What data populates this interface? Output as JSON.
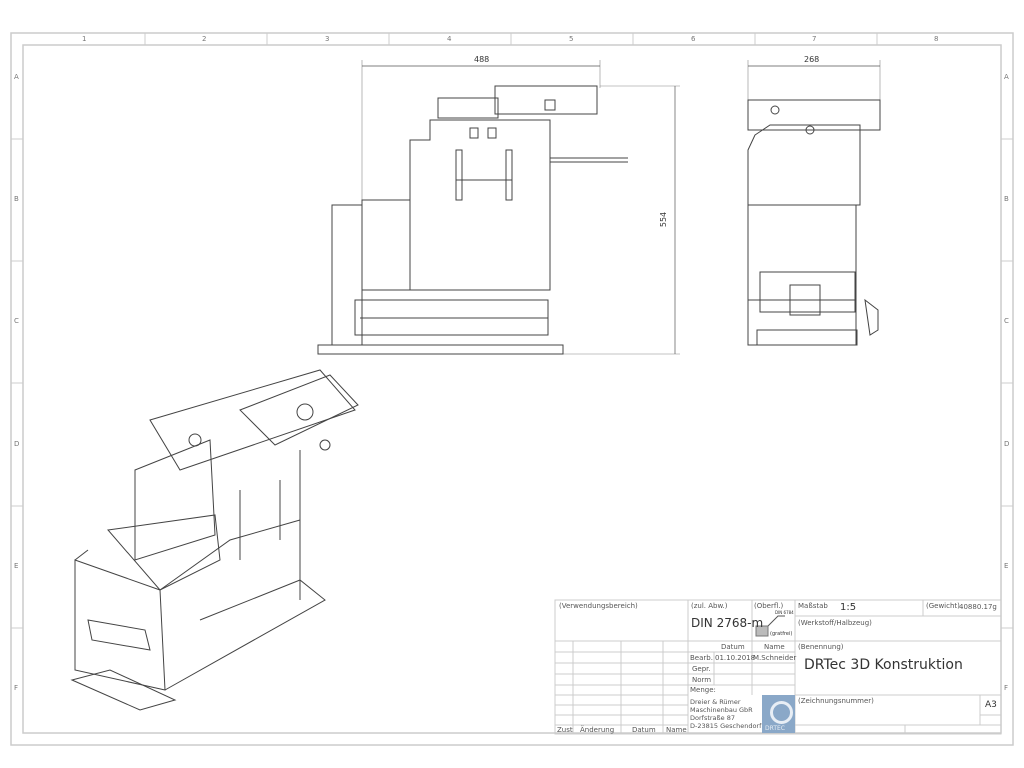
{
  "frame": {
    "columns": [
      "1",
      "2",
      "3",
      "4",
      "5",
      "6",
      "7",
      "8"
    ],
    "rows": [
      "A",
      "B",
      "C",
      "D",
      "E",
      "F"
    ]
  },
  "dimensions": {
    "front_width": "488",
    "side_width": "268",
    "height": "554"
  },
  "title_block": {
    "verwendungsbereich": "(Verwendungsbereich)",
    "zul_abw": "(zul. Abw.)",
    "tolerance": "DIN 2768-m",
    "oberfl": "(Oberfl.)",
    "oberfl_std": "DIN 6784",
    "oberfl_note": "(gratfrei)",
    "massstab_label": "Maßstab",
    "massstab": "1:5",
    "gewicht_label": "(Gewicht)",
    "gewicht": "40880.17g",
    "werkstoff": "(Werkstoff/Halbzeug)",
    "datum_hdr": "Datum",
    "name_hdr": "Name",
    "bearb": "Bearb.",
    "bearb_date": "01.10.2018",
    "bearb_name": "M.Schneider",
    "gepr": "Gepr.",
    "norm": "Norm",
    "menge": "Menge:",
    "benennung_label": "(Benennung)",
    "benennung": "DRTec 3D Konstruktion",
    "company": [
      "Dreier & Rümer",
      "Maschinenbau GbR",
      "Dorfstraße 87",
      "D-23815 Geschendorf"
    ],
    "logo_text": "DRTEC",
    "zeichnungsnummer": "(Zeichnungsnummer)",
    "format": "A3",
    "zust": "Zust",
    "aenderung": "Änderung",
    "datum2": "Datum",
    "name2": "Name"
  }
}
